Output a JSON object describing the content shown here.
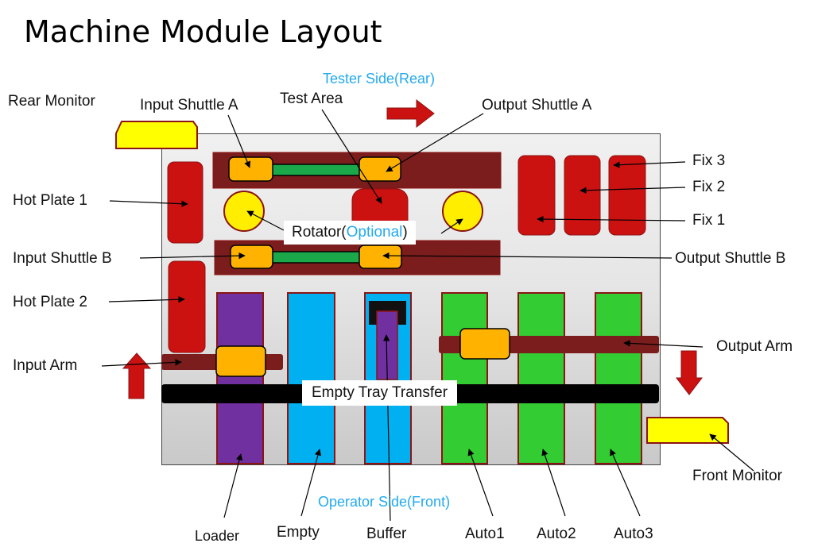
{
  "title": "Machine Module Layout",
  "labels": {
    "tester_side": "Tester Side(Rear)",
    "operator_side": "Operator Side(Front)",
    "rear_monitor": "Rear Monitor",
    "front_monitor": "Front Monitor",
    "input_shuttle_a": "Input Shuttle A",
    "input_shuttle_b": "Input Shuttle B",
    "output_shuttle_a": "Output Shuttle A",
    "output_shuttle_b": "Output Shuttle B",
    "test_area": "Test Area",
    "hot_plate_1": "Hot Plate 1",
    "hot_plate_2": "Hot Plate 2",
    "fix_1": "Fix 1",
    "fix_2": "Fix 2",
    "fix_3": "Fix 3",
    "input_arm": "Input Arm",
    "output_arm": "Output Arm",
    "rotator": "Rotator(",
    "rotator_optional": "Optional",
    "rotator_close": ")",
    "empty_tray_transfer": "Empty Tray Transfer",
    "loader": "Loader",
    "empty": "Empty",
    "buffer": "Buffer",
    "auto1": "Auto1",
    "auto2": "Auto2",
    "auto3": "Auto3"
  },
  "colors": {
    "dark_red": "#8b1414",
    "red": "#cc1111",
    "shuttle_orange": "#ffb300",
    "rotator_yellow": "#ffee00",
    "monitor_yellow": "#ffff00",
    "bar_green": "#1aa84a",
    "lane_purple": "#7030a0",
    "lane_blue": "#00b0f0",
    "lane_green": "#33cc33",
    "tester_side_text": "#22aaee"
  }
}
